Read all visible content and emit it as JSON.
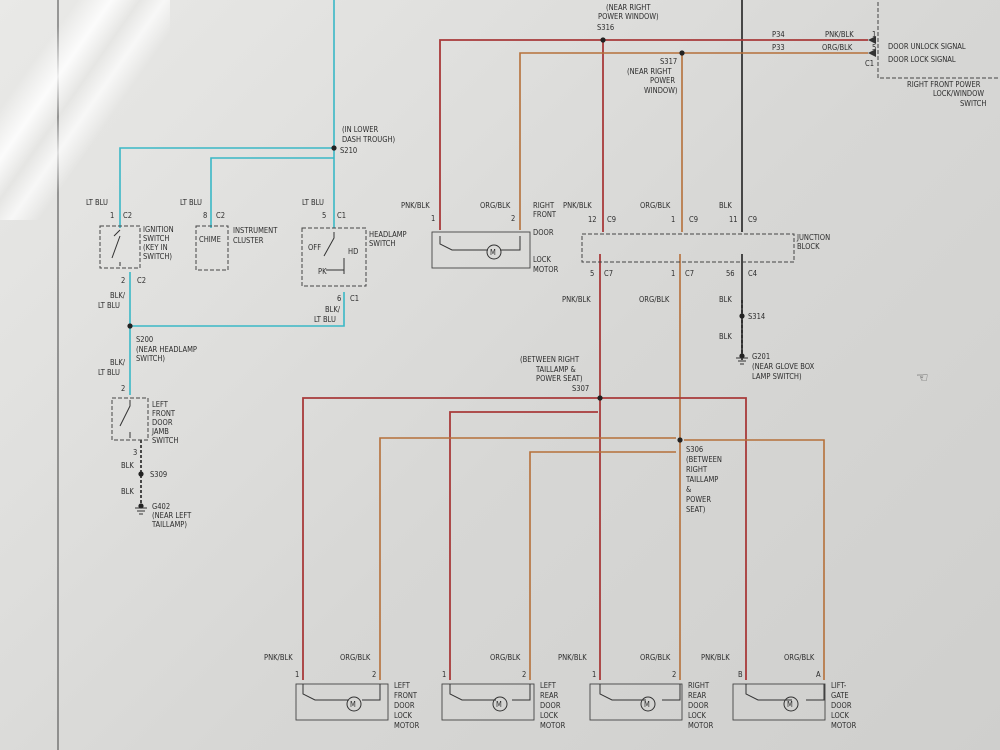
{
  "top_right": {
    "s316": [
      "(NEAR RIGHT",
      "POWER WINDOW)",
      "S316"
    ],
    "s317": [
      "S317",
      "(NEAR RIGHT",
      "POWER",
      "WINDOW)"
    ],
    "p34": "P34",
    "p33": "P33",
    "pnk_blk_top": "PNK/BLK",
    "org_blk_top": "ORG/BLK",
    "pin1": "1",
    "pin5": "5",
    "c1": "C1",
    "door_unlock": "DOOR UNLOCK SIGNAL",
    "door_lock": "DOOR LOCK SIGNAL",
    "switch_name": [
      "RIGHT FRONT POWER",
      "LOCK/WINDOW",
      "SWITCH"
    ]
  },
  "left": {
    "s210": [
      "(IN LOWER",
      "DASH TROUGH)",
      "S210"
    ],
    "ign_wire": "LT BLU",
    "ign_pin": "1",
    "ign_conn": "C2",
    "ign_name": [
      "IGNITION",
      "SWITCH",
      "(KEY IN",
      "SWITCH)"
    ],
    "ign_pin2": "2",
    "ign_conn2": "C2",
    "chime_wire": "LT BLU",
    "chime_pin": "8",
    "chime_conn": "C2",
    "chime": "CHIME",
    "cluster": [
      "INSTRUMENT",
      "CLUSTER"
    ],
    "hl_wire": "LT BLU",
    "hl_pin": "5",
    "hl_conn": "C1",
    "hl_name": [
      "HEADLAMP",
      "SWITCH"
    ],
    "off": "OFF",
    "hd": "HD",
    "pk": "PK",
    "hl_pin2": "6",
    "hl_conn2": "C1",
    "blk_lt_blu_1": [
      "BLK/",
      "LT BLU"
    ],
    "blk_lt_blu_2": [
      "BLK/",
      "LT BLU"
    ],
    "s200": [
      "S200",
      "(NEAR HEADLAMP",
      "SWITCH)"
    ],
    "blk_lt_blu_3": [
      "BLK/",
      "LT BLU"
    ],
    "jamb_pin": "2",
    "jamb_name": [
      "LEFT",
      "FRONT",
      "DOOR",
      "JAMB",
      "SWITCH"
    ],
    "jamb_pin3": "3",
    "jamb_blk": "BLK",
    "s309": "S309",
    "blk2": "BLK",
    "g402": [
      "G402",
      "(NEAR LEFT",
      "TAILLAMP)"
    ]
  },
  "rf_motor": {
    "pnk": "PNK/BLK",
    "org": "ORG/BLK",
    "p1": "1",
    "p2": "2",
    "name": [
      "RIGHT",
      "FRONT",
      "DOOR",
      "LOCK",
      "MOTOR"
    ]
  },
  "junction": {
    "pnk": "PNK/BLK",
    "org": "ORG/BLK",
    "blk": "BLK",
    "t12": "12",
    "tc9a": "C9",
    "t1": "1",
    "tc9b": "C9",
    "t11": "11",
    "tc9c": "C9",
    "name": [
      "JUNCTION",
      "BLOCK"
    ],
    "b5": "5",
    "bc7a": "C7",
    "b1": "1",
    "bc7b": "C7",
    "b56": "56",
    "bc4": "C4",
    "pnk2": "PNK/BLK",
    "org2": "ORG/BLK",
    "blk2": "BLK",
    "s314": "S314",
    "blk3": "BLK",
    "g201": [
      "G201",
      "(NEAR GLOVE BOX",
      "LAMP SWITCH)"
    ]
  },
  "splices": {
    "s307": [
      "(BETWEEN RIGHT",
      "TAILLAMP &",
      "POWER SEAT)",
      "S307"
    ],
    "s306": [
      "S306",
      "(BETWEEN",
      "RIGHT",
      "TAILLAMP",
      "&",
      "POWER",
      "SEAT)"
    ]
  },
  "motors": [
    {
      "pnk": "PNK/BLK",
      "org": "ORG/BLK",
      "p1": "1",
      "p2": "2",
      "name": [
        "LEFT",
        "FRONT",
        "DOOR",
        "LOCK",
        "MOTOR"
      ]
    },
    {
      "pnk": "",
      "org": "ORG/BLK",
      "p1": "1",
      "p2": "2",
      "name": [
        "LEFT",
        "REAR",
        "DOOR",
        "LOCK",
        "MOTOR"
      ]
    },
    {
      "pnk": "PNK/BLK",
      "org": "ORG/BLK",
      "p1": "1",
      "p2": "2",
      "name": [
        "RIGHT",
        "REAR",
        "DOOR",
        "LOCK",
        "MOTOR"
      ]
    },
    {
      "pnk": "PNK/BLK",
      "org": "ORG/BLK",
      "p1": "B",
      "p2": "A",
      "name": [
        "LIFT-",
        "GATE",
        "DOOR",
        "LOCK",
        "MOTOR"
      ]
    }
  ],
  "colors": {
    "red_wire": "#a83a3a",
    "orange_wire": "#b5703a",
    "blue_wire": "#3ab8c6",
    "black_wire": "#222222"
  }
}
